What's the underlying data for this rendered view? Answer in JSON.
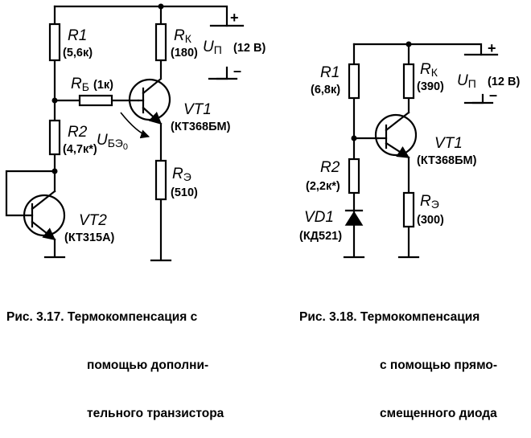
{
  "fig317": {
    "r1": {
      "name": "R1",
      "value": "(5,6к)"
    },
    "rb": {
      "name": "R",
      "sub": "Б",
      "value": "(1к)"
    },
    "r2": {
      "name": "R2",
      "value": "(4,7к*)"
    },
    "rk": {
      "name": "R",
      "sub": "К",
      "value": "(180)"
    },
    "re": {
      "name": "R",
      "sub": "Э",
      "value": "(510)"
    },
    "vt1": {
      "name": "VT1",
      "value": "(КТ368БМ)"
    },
    "vt2": {
      "name": "VT2",
      "value": "(КТ315А)"
    },
    "ube": {
      "name": "U",
      "sub": "БЭ",
      "sub2": "0"
    },
    "supply": {
      "name": "U",
      "sub": "П",
      "value": "(12 В)",
      "plus": "+",
      "minus": "–"
    },
    "caption": [
      "Рис. 3.17. Термокомпенсация с",
      "помощью дополни-",
      "тельного транзистора"
    ]
  },
  "fig318": {
    "r1": {
      "name": "R1",
      "value": "(6,8к)"
    },
    "rk": {
      "name": "R",
      "sub": "К",
      "value": "(390)"
    },
    "r2": {
      "name": "R2",
      "value": "(2,2к*)"
    },
    "re": {
      "name": "R",
      "sub": "Э",
      "value": "(300)"
    },
    "vt1": {
      "name": "VT1",
      "value": "(КТ368БМ)"
    },
    "vd1": {
      "name": "VD1",
      "value": "(КД521)"
    },
    "supply": {
      "name": "U",
      "sub": "П",
      "value": "(12 В)",
      "plus": "+",
      "minus": "–"
    },
    "caption": [
      "Рис. 3.18. Термокомпенсация",
      "с помощью прямо-",
      "смещенного диода"
    ]
  },
  "icons": [
    "resistor-symbol",
    "npn-transistor-symbol",
    "diode-symbol",
    "ground-symbol",
    "junction-dot",
    "voltage-arrow"
  ]
}
